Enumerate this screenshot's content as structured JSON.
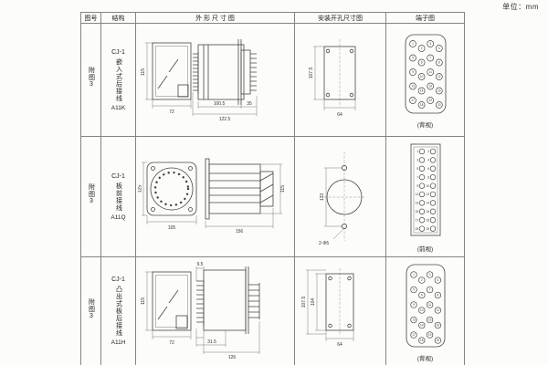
{
  "page": {
    "unit": "单位：mm"
  },
  "headers": {
    "fig": "图号",
    "structure": "结构",
    "outline": "外 形 尺 寸 图",
    "mounting": "安装开孔尺寸图",
    "terminal": "端子图"
  },
  "rows": [
    {
      "fig": "附图3",
      "model": "CJ-1",
      "type": "嵌入式后接线",
      "code": "A11K",
      "dims": {
        "h": "115",
        "w": "72",
        "a": "100.5",
        "b": "122.5",
        "c": "35"
      },
      "mount": {
        "h": "107.5",
        "w": "64"
      },
      "view": "(背视)",
      "terminal_numbers": [
        "1",
        "2",
        "3",
        "4",
        "5",
        "6",
        "7",
        "8",
        "9",
        "10",
        "11",
        "12",
        "13",
        "14",
        "15",
        "16",
        "17",
        "18",
        "19",
        "20"
      ]
    },
    {
      "fig": "附图3",
      "model": "CJ-1",
      "type": "板前接线",
      "code": "A11Q",
      "dims": {
        "h": "125",
        "w": "105",
        "a": "156",
        "b": "115"
      },
      "mount": {
        "h": "133",
        "note": "2-Φ5"
      },
      "view": "(前视)",
      "terminal_numbers": [
        "1",
        "2",
        "3",
        "4",
        "5",
        "6",
        "7",
        "8",
        "9",
        "10",
        "11",
        "12",
        "13",
        "14",
        "15",
        "16",
        "17",
        "18",
        "19",
        "20"
      ]
    },
    {
      "fig": "附图3",
      "model": "CJ-1",
      "type": "凸出式板后接线",
      "code": "A11H",
      "dims": {
        "h": "115",
        "w": "72",
        "a": "9.5",
        "b": "31.5",
        "c": "126"
      },
      "mount": {
        "h": "107.5",
        "h2": "104",
        "w": "64"
      },
      "view": "(背视)",
      "terminal_numbers": [
        "1",
        "2",
        "3",
        "4",
        "5",
        "6",
        "7",
        "8",
        "9",
        "10",
        "11",
        "12",
        "13",
        "14",
        "15",
        "16",
        "17",
        "18",
        "19",
        "20"
      ]
    }
  ]
}
